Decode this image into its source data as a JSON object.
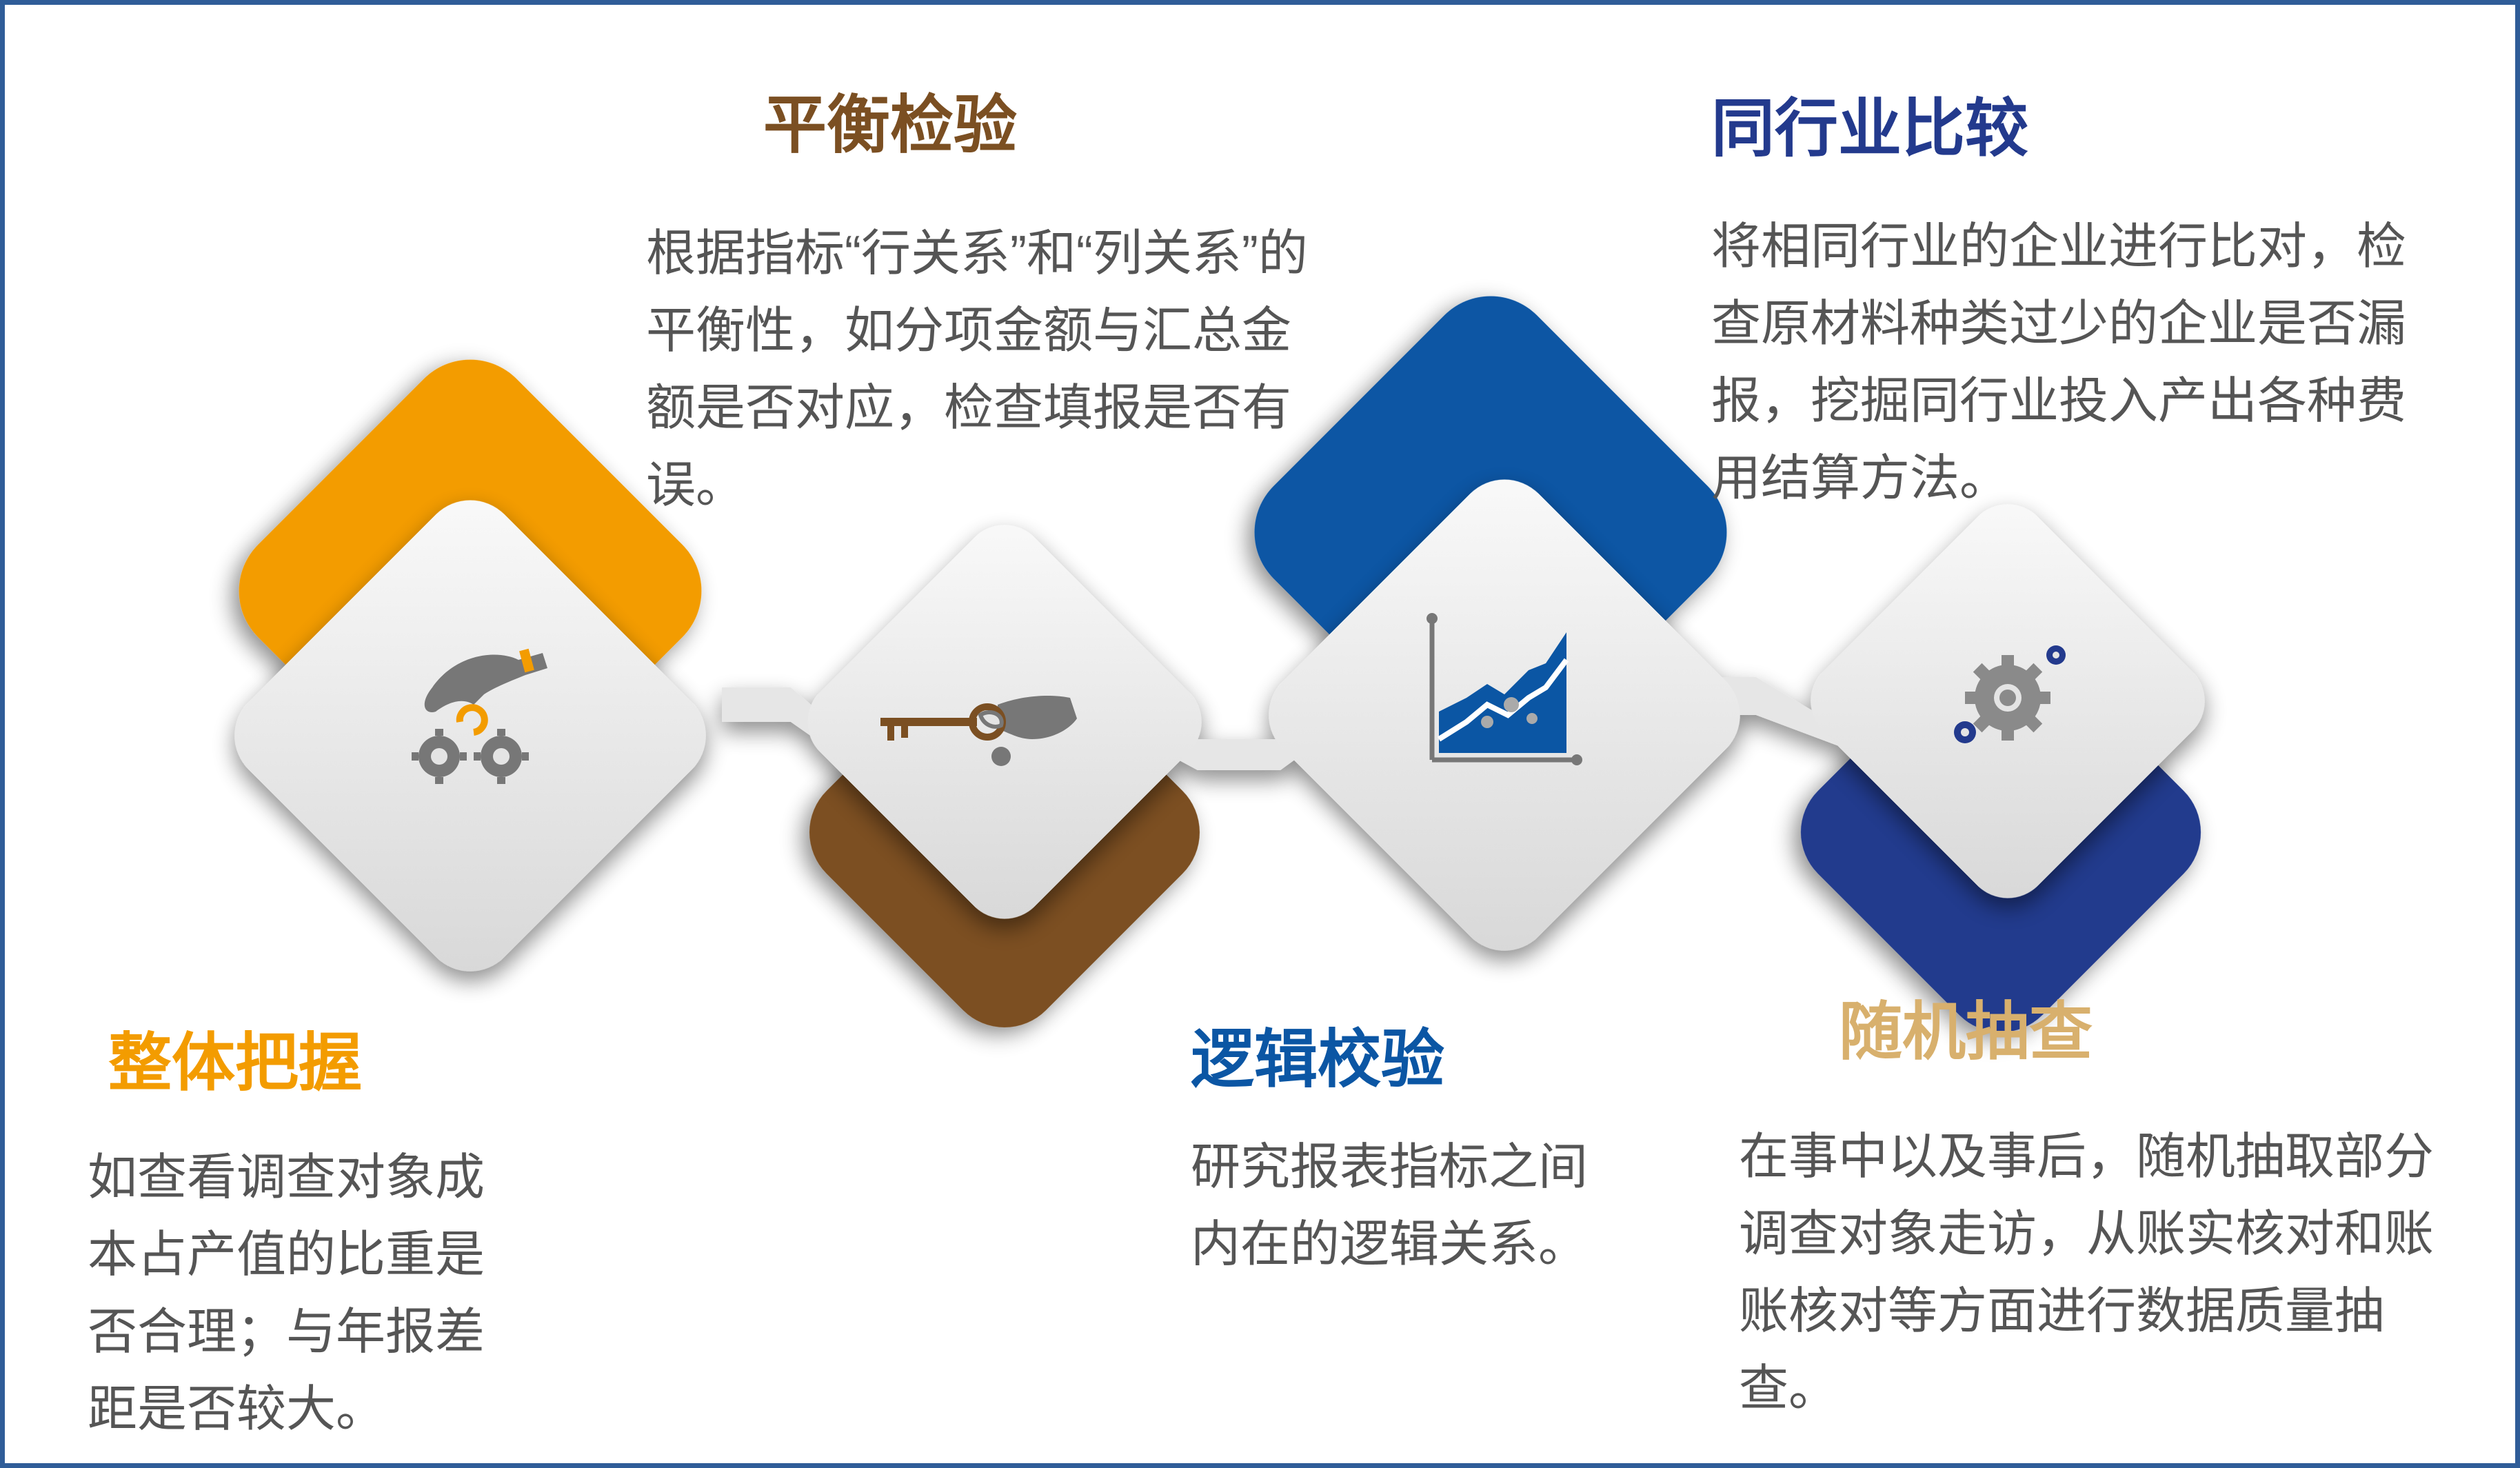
{
  "steps": [
    {
      "title": "整体把握",
      "desc": "如查看调查对象成本占产值的比重是否合理；与年报差距是否较大。",
      "color": "#f39c00",
      "icon": "hand-gears-icon"
    },
    {
      "title": "平衡检验",
      "desc": "根据指标“行关系”和“列关系”的平衡性，如分项金额与汇总金额是否对应，检查填报是否有误。",
      "color": "#7b4f22",
      "icon": "hand-key-icon"
    },
    {
      "title": "逻辑校验",
      "desc": "研究报表指标之间内在的逻辑关系。",
      "color": "#0b56a4",
      "icon": "chart-trend-icon"
    },
    {
      "title": "同行业比较",
      "desc": "将相同行业的企业进行比对，检查原材料种类过少的企业是否漏报，挖掘同行业投入产出各种费用结算方法。",
      "color": "#233a8d",
      "icon": "gears-icon"
    },
    {
      "title": "随机抽查",
      "desc": "在事中以及事后，随机抽取部分调查对象走访，从账实核对和账账核对等方面进行数据质量抽查。",
      "color": "#d8b06d",
      "icon": "magnifier-icon"
    }
  ]
}
